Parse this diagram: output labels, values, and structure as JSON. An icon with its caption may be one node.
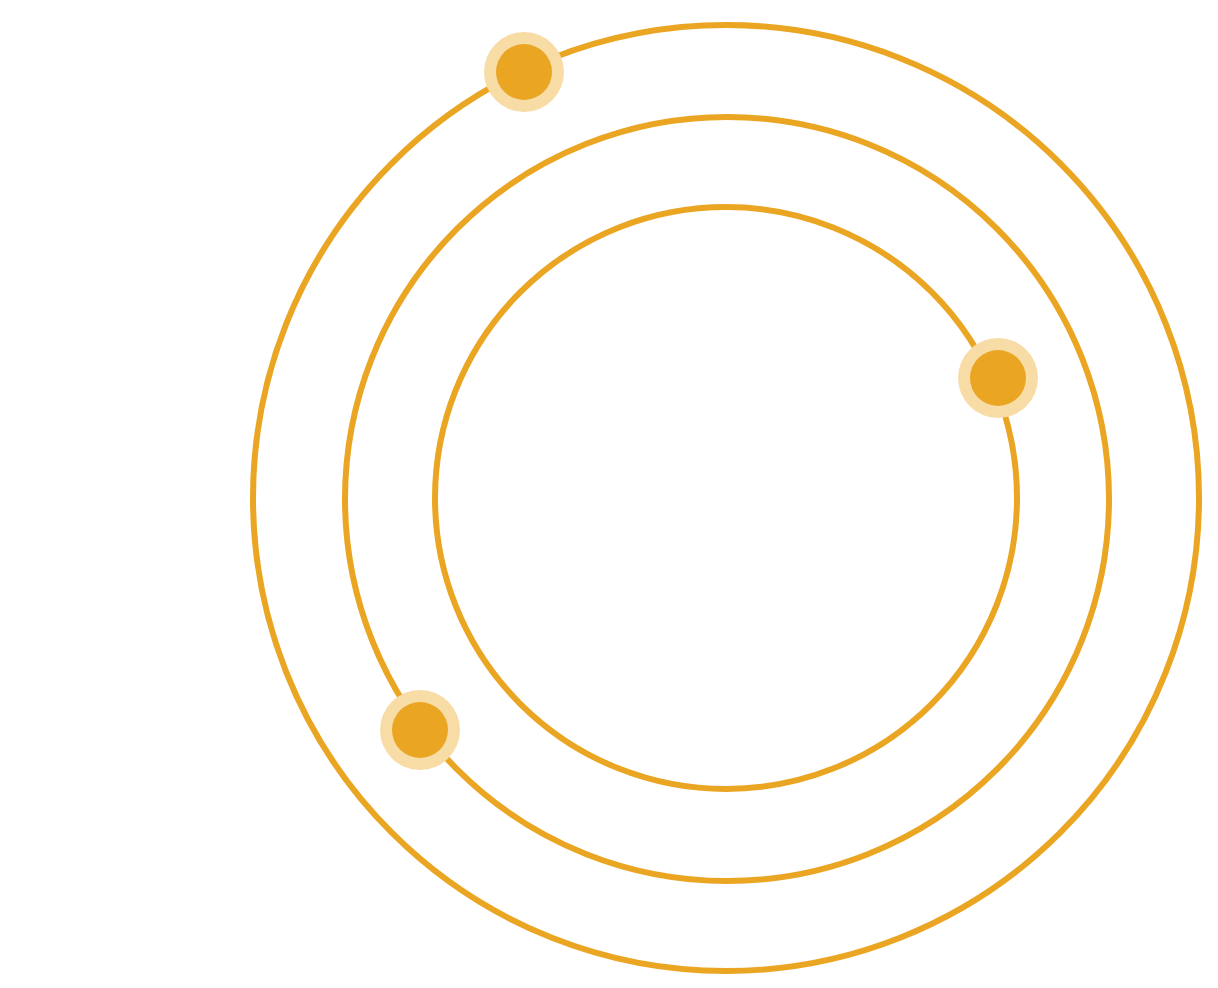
{
  "diagram": {
    "nodes": [
      {
        "text": [],
        "shape": "circle"
      },
      {
        "text": [],
        "shape": "circle",
        "in": 0
      },
      {
        "text": [],
        "shape": "circle",
        "in": 1
      },
      {
        "text": [],
        "shape": "circle",
        "in": 0
      },
      {
        "text": [],
        "shape": "circle",
        "in": 1
      },
      {
        "text": [],
        "shape": "circle",
        "in": 0
      }
    ]
  }
}
